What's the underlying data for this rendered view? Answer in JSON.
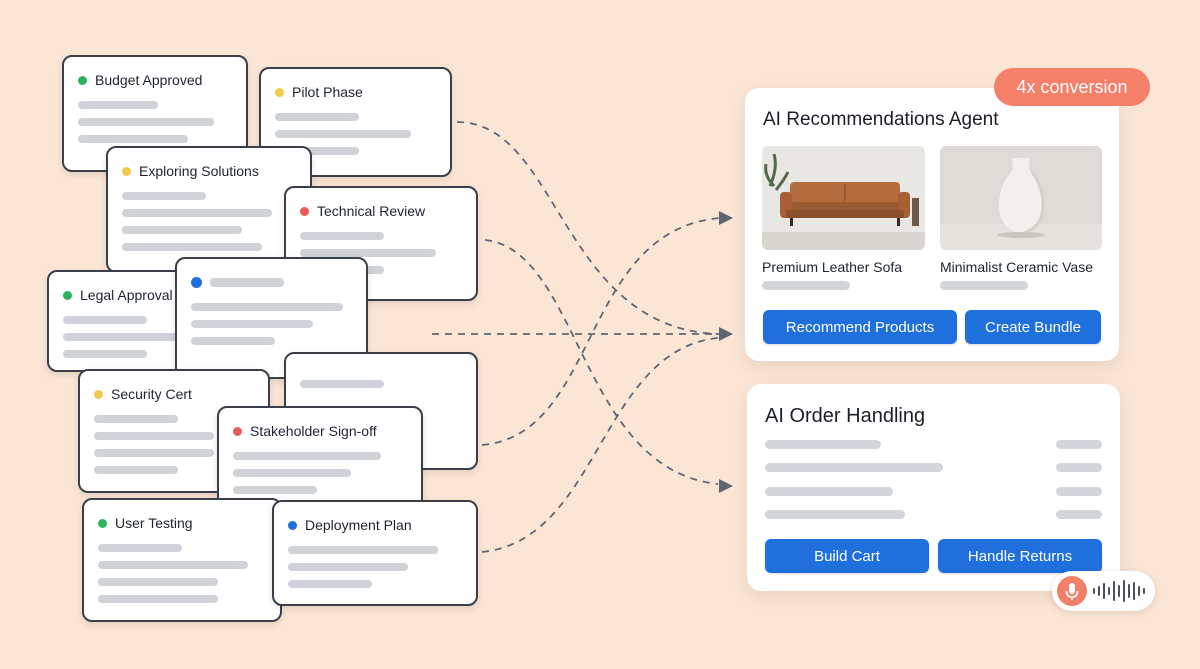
{
  "tasks": [
    {
      "title": "Budget Approved",
      "dot": "#2bb45b"
    },
    {
      "title": "Pilot Phase",
      "dot": "#f2c94c"
    },
    {
      "title": "Exploring Solutions",
      "dot": "#f2c94c"
    },
    {
      "title": "Technical Review",
      "dot": "#ea5b55"
    },
    {
      "title": "Legal Approval",
      "dot": "#2bb45b"
    },
    {
      "title": "",
      "dot": "#1f6fdc"
    },
    {
      "title": "Security Cert",
      "dot": "#f2c94c"
    },
    {
      "title": "Stakeholder Sign-off",
      "dot": "#ea5b55"
    },
    {
      "title": "User Testing",
      "dot": "#2bb45b"
    },
    {
      "title": "Deployment Plan",
      "dot": "#1f6fdc"
    }
  ],
  "badge": {
    "text": "4x conversion"
  },
  "recommendations": {
    "title": "AI Recommendations Agent",
    "products": [
      {
        "name": "Premium Leather Sofa",
        "image": "sofa-image"
      },
      {
        "name": "Minimalist Ceramic Vase",
        "image": "vase-image"
      }
    ],
    "buttons": [
      "Recommend Products",
      "Create Bundle"
    ]
  },
  "orders": {
    "title": "AI Order Handling",
    "buttons": [
      "Build Cart",
      "Handle Returns"
    ]
  },
  "voice": {
    "icon": "microphone-icon",
    "wave_icon": "sound-wave-icon"
  },
  "colors": {
    "accent": "#1f6fdc",
    "badge": "#f4806a",
    "background": "#fbe6d5"
  }
}
